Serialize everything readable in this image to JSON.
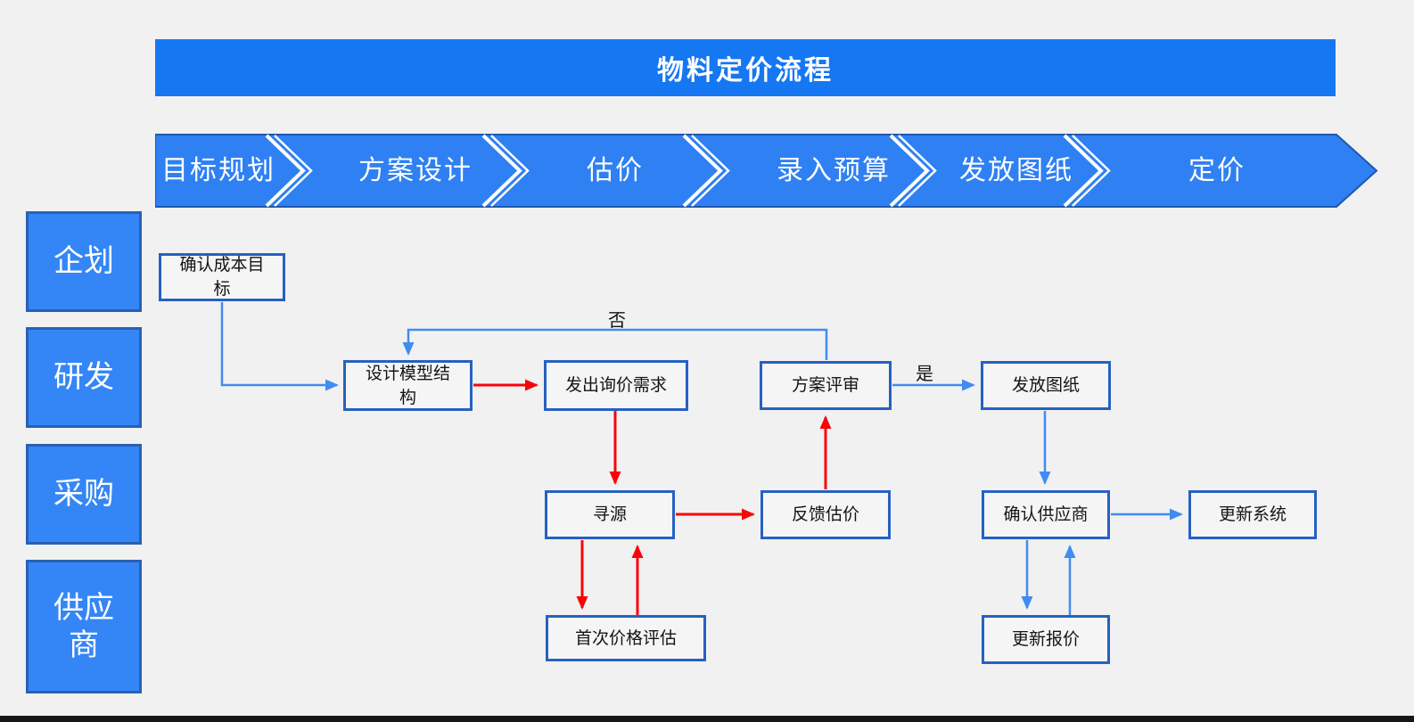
{
  "title": "物料定价流程",
  "phases": [
    "目标规划",
    "方案设计",
    "估价",
    "录入预算",
    "发放图纸",
    "定价"
  ],
  "lanes": [
    "企划",
    "研发",
    "采购",
    "供应商"
  ],
  "nodes": {
    "confirm_cost_target": "确认成本目标",
    "design_model_structure": "设计模型结构",
    "send_inquiry_request": "发出询价需求",
    "scheme_review": "方案评审",
    "issue_drawings": "发放图纸",
    "sourcing": "寻源",
    "feedback_estimate": "反馈估价",
    "confirm_supplier": "确认供应商",
    "update_system": "更新系统",
    "first_price_evaluation": "首次价格评估",
    "update_quote": "更新报价"
  },
  "edge_labels": {
    "no": "否",
    "yes": "是"
  },
  "colors": {
    "title_bar_bg": "#1677f2",
    "chevron_bg": "#2f80f3",
    "chevron_edge": "#2058ae",
    "lane_bg": "#3486f6",
    "lane_border": "#2a60b2",
    "node_bg": "#f5f5f6",
    "node_border": "#2661c2",
    "arrow_blue": "#418cf0",
    "arrow_red": "#fa0408"
  }
}
